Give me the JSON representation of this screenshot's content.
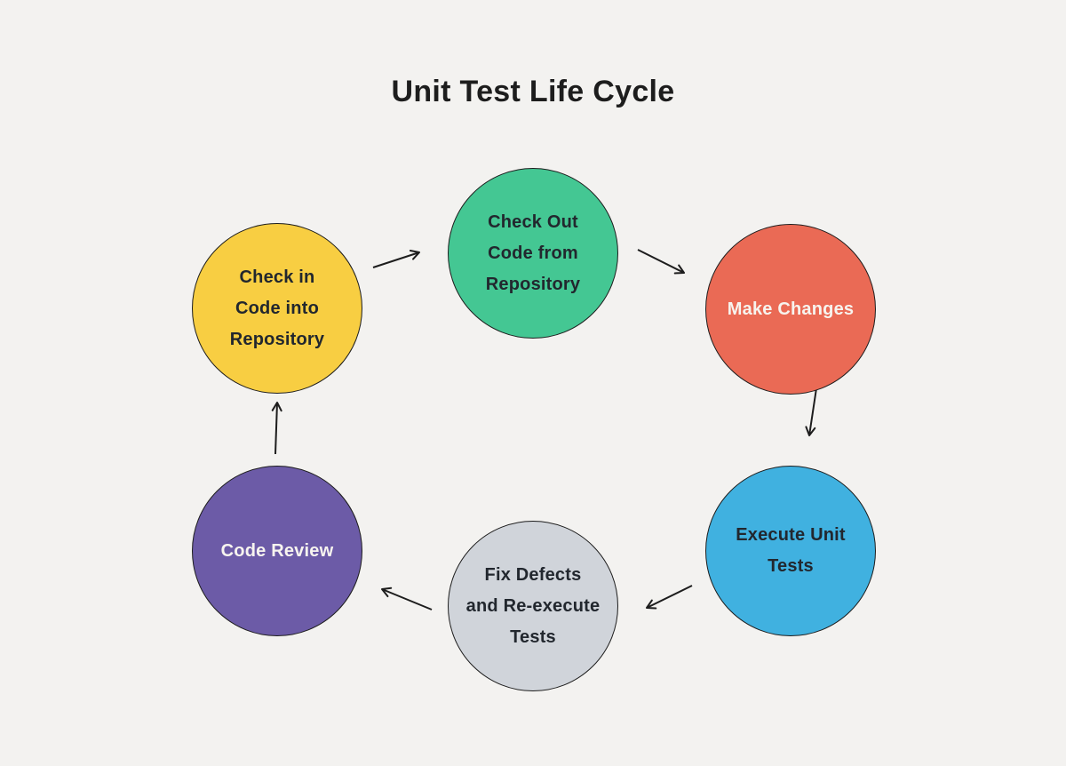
{
  "page": {
    "background": "#f3f2f0",
    "stroke_color": "#1d1d1d",
    "dark_text_color": "#22272e",
    "light_text_color": "#f7f4ef"
  },
  "title": "Unit Test Life Cycle",
  "diagram": {
    "type": "cycle",
    "nodes": [
      {
        "id": "check-out-code",
        "label": "Check Out\nCode from\nRepository",
        "fill": "#44c793",
        "text_color": "#22272e"
      },
      {
        "id": "make-changes",
        "label": "Make Changes",
        "fill": "#ea6a55",
        "text_color": "#f7f4ef"
      },
      {
        "id": "execute-unit-tests",
        "label": "Execute Unit\nTests",
        "fill": "#40b1e0",
        "text_color": "#22272e"
      },
      {
        "id": "fix-defects",
        "label": "Fix Defects\nand Re-execute\nTests",
        "fill": "#d0d4da",
        "text_color": "#22272e"
      },
      {
        "id": "code-review",
        "label": "Code Review",
        "fill": "#6c5ba7",
        "text_color": "#f7f4ef"
      },
      {
        "id": "check-in-code",
        "label": "Check in\nCode into\nRepository",
        "fill": "#f8ce42",
        "text_color": "#22272e"
      }
    ],
    "edges": [
      {
        "from": "check-in-code",
        "to": "check-out-code"
      },
      {
        "from": "check-out-code",
        "to": "make-changes"
      },
      {
        "from": "make-changes",
        "to": "execute-unit-tests"
      },
      {
        "from": "execute-unit-tests",
        "to": "fix-defects"
      },
      {
        "from": "fix-defects",
        "to": "code-review"
      },
      {
        "from": "code-review",
        "to": "check-in-code"
      }
    ]
  }
}
